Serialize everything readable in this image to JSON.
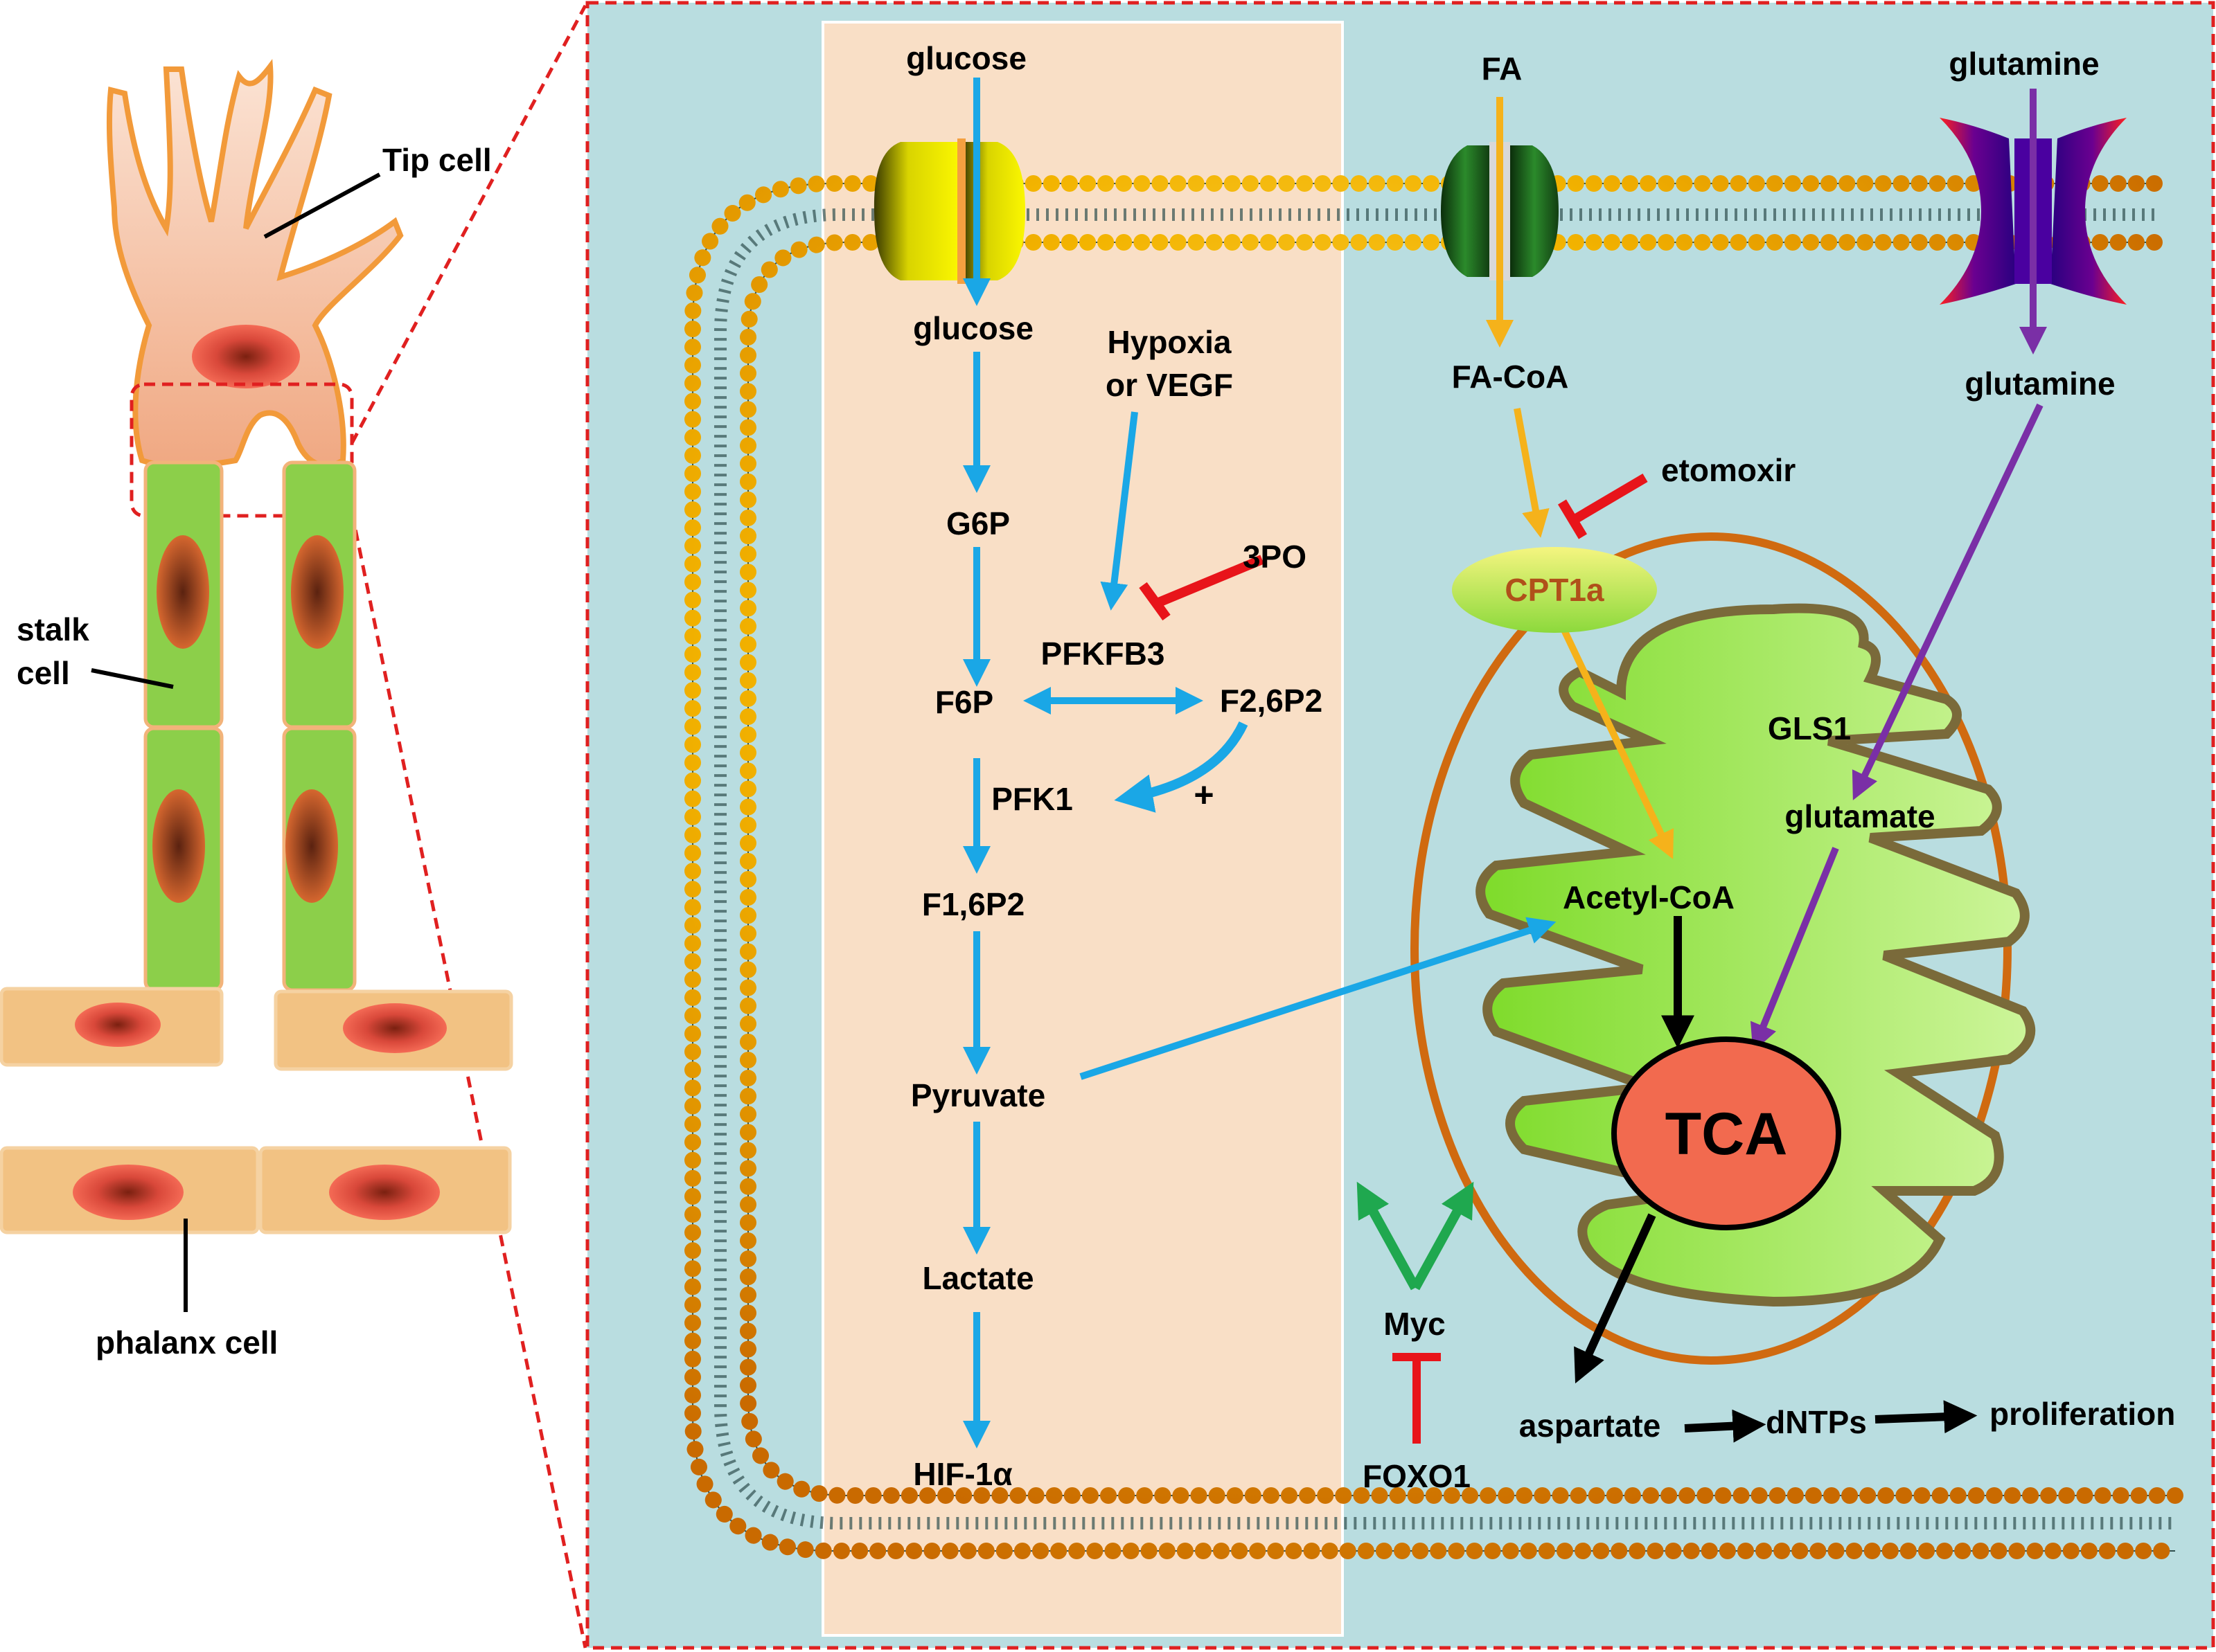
{
  "colors": {
    "panel": "#b9dde0",
    "glycolysis_panel": "#f9dfc6",
    "membrane_head": "#f2b200",
    "border_dash": "#e02020",
    "blue_arrow": "#1aa7e6",
    "orange_arrow": "#f5b21b",
    "purple_arrow": "#7a2fa6",
    "red_inhibitor": "#e8141a",
    "green_arrow": "#1fa84f",
    "tca_fill": "#f26a4f",
    "mito_fill": "#b6e86a",
    "mito_outline": "#d06a10"
  },
  "left": {
    "tip_cell": "Tip cell",
    "stalk_cell": "stalk\ncell",
    "phalanx_cell": "phalanx cell"
  },
  "glycolysis": {
    "glucose_out": "glucose",
    "glucose_in": "glucose",
    "g6p": "G6P",
    "f6p": "F6P",
    "pfkfb3": "PFKFB3",
    "f26p2": "F2,6P2",
    "pfk1": "PFK1",
    "plus": "+",
    "f16p2": "F1,6P2",
    "pyruvate": "Pyruvate",
    "lactate": "Lactate",
    "hif": "HIF-1α",
    "hypoxia": "Hypoxia\nor VEGF",
    "three_po": "3PO"
  },
  "fatty_acid": {
    "fa": "FA",
    "fa_coa": "FA-CoA",
    "etomoxir": "etomoxir",
    "cpt1a": "CPT1a",
    "acetyl_coa": "Acetyl-CoA"
  },
  "glutamine": {
    "glutamine_out": "glutamine",
    "glutamine_in": "glutamine",
    "gls1": "GLS1",
    "glutamate": "glutamate"
  },
  "mito": {
    "tca": "TCA",
    "aspartate": "aspartate",
    "dntps": "dNTPs",
    "proliferation": "proliferation",
    "myc": "Myc",
    "foxo1": "FOXO1"
  },
  "icons": {
    "glucose_transporter": "glucose-transporter-icon",
    "fa_transporter": "fatty-acid-transporter-icon",
    "glutamine_transporter": "glutamine-transporter-icon",
    "mitochondrion": "mitochondrion-icon"
  }
}
